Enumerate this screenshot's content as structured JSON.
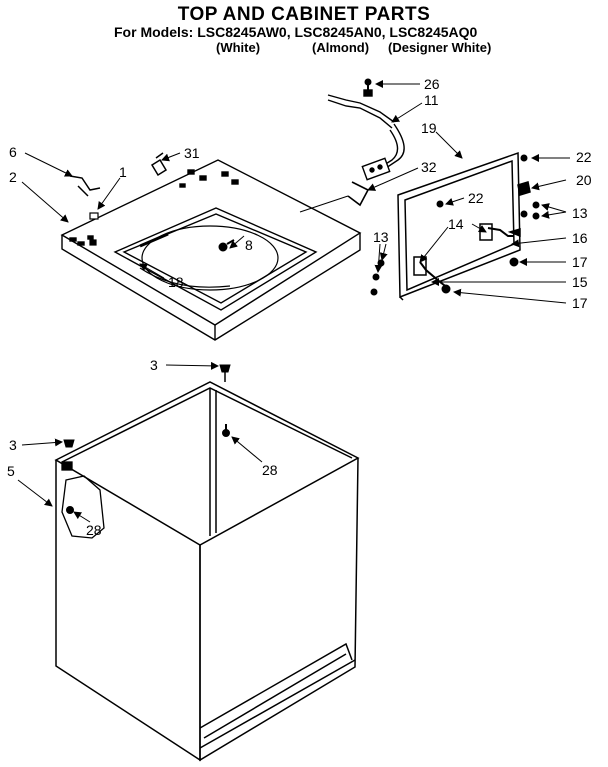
{
  "header": {
    "title": "TOP AND CABINET PARTS",
    "models": "For Models: LSC8245AW0, LSC8245AN0, LSC8245AQ0",
    "variant_white": "(White)",
    "variant_almond": "(Almond)",
    "variant_designer": "(Designer White)"
  },
  "callouts": {
    "c26": "26",
    "c11": "11",
    "c19": "19",
    "c6": "6",
    "c1": "1",
    "c31": "31",
    "c2": "2",
    "c32": "32",
    "c22a": "22",
    "c20": "20",
    "c22b": "22",
    "c14": "14",
    "c13a": "13",
    "c13b": "13",
    "c16": "16",
    "c17a": "17",
    "c8": "8",
    "c18": "18",
    "c15": "15",
    "c17b": "17",
    "c3a": "3",
    "c3b": "3",
    "c5": "5",
    "c28a": "28",
    "c28b": "28"
  }
}
